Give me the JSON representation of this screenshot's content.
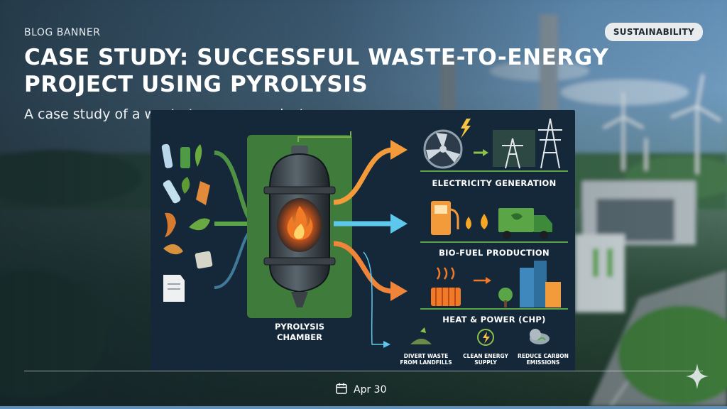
{
  "banner": {
    "tag": "BLOG BANNER",
    "badge": "SUSTAINABILITY",
    "title": "Case Study: Successful Waste-to-Energy Project Using Pyrolysis",
    "subtitle": "A case study of a waste to energy project.",
    "date": "Apr 30"
  },
  "infographic": {
    "chamber_label": "PYROLYSIS CHAMBER",
    "outputs": [
      {
        "label": "ELECTRICITY GENERATION",
        "color": "#f39b3a"
      },
      {
        "label": "BIO-FUEL PRODUCTION",
        "color": "#5ec8ec"
      },
      {
        "label": "HEAT & POWER (CHP)",
        "color": "#f0853a"
      }
    ],
    "benefits": [
      {
        "label": "DIVERT WASTE FROM LANDFILLS"
      },
      {
        "label": "CLEAN ENERGY SUPPLY"
      },
      {
        "label": "REDUCE CARBON EMISSIONS"
      }
    ]
  },
  "colors": {
    "accent_green": "#5aa545",
    "panel_dark": "#15283a",
    "chamber_green": "#3f7c3c",
    "flame": "#f07a25"
  }
}
